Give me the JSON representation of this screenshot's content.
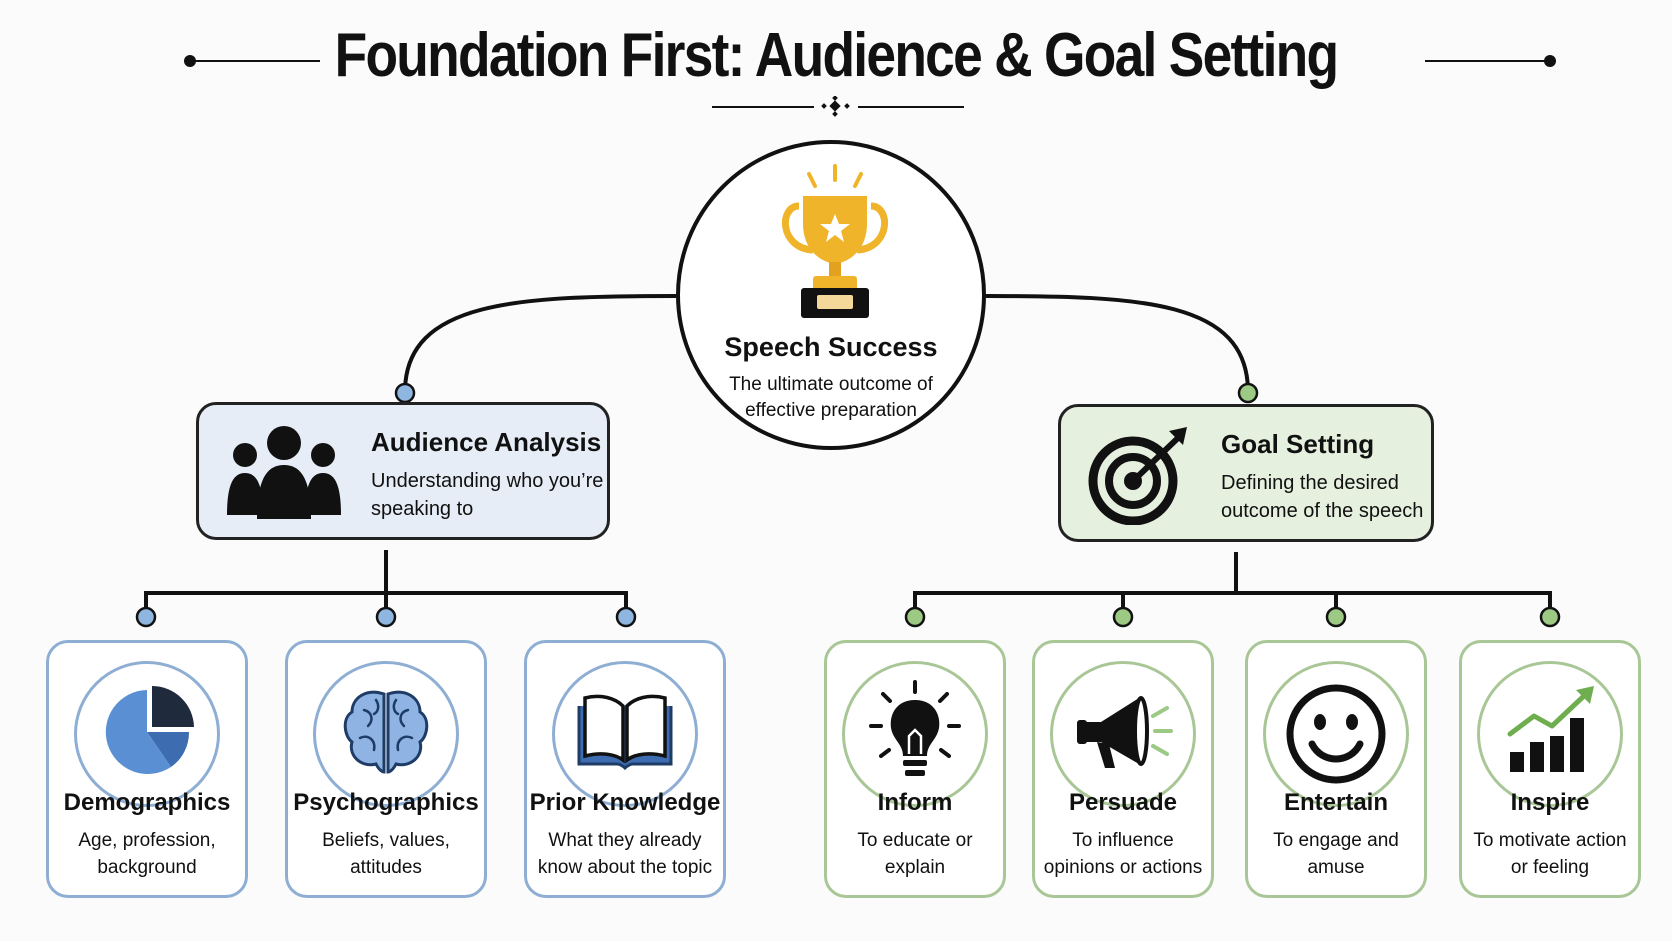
{
  "title": "Foundation First: Audience & Goal Setting",
  "hub": {
    "title": "Speech Success",
    "subtitle": "The ultimate outcome of effective preparation",
    "icon": "trophy-icon"
  },
  "branches": {
    "audience": {
      "title": "Audience Analysis",
      "subtitle": "Understanding who you’re speaking to",
      "icon": "people-icon",
      "items": [
        {
          "title": "Demographics",
          "subtitle": "Age, profession, background",
          "icon": "pie-chart-icon"
        },
        {
          "title": "Psychographics",
          "subtitle": "Beliefs, values, attitudes",
          "icon": "brain-icon"
        },
        {
          "title": "Prior Knowledge",
          "subtitle": "What they already know about the topic",
          "icon": "open-book-icon"
        }
      ]
    },
    "goal": {
      "title": "Goal Setting",
      "subtitle": "Defining the desired outcome of the speech",
      "icon": "target-icon",
      "items": [
        {
          "title": "Inform",
          "subtitle": "To educate or explain",
          "icon": "lightbulb-icon"
        },
        {
          "title": "Persuade",
          "subtitle": "To influence opinions or actions",
          "icon": "megaphone-icon"
        },
        {
          "title": "Entertain",
          "subtitle": "To engage and amuse",
          "icon": "smiley-icon"
        },
        {
          "title": "Inspire",
          "subtitle": "To motivate action or feeling",
          "icon": "growth-chart-icon"
        }
      ]
    }
  },
  "colors": {
    "ink": "#111111",
    "audience_fill": "#e6edf6",
    "audience_accent": "#8eaed3",
    "goal_fill": "#e6f0df",
    "goal_accent": "#a9c796",
    "trophy_gold": "#f0b42a"
  }
}
